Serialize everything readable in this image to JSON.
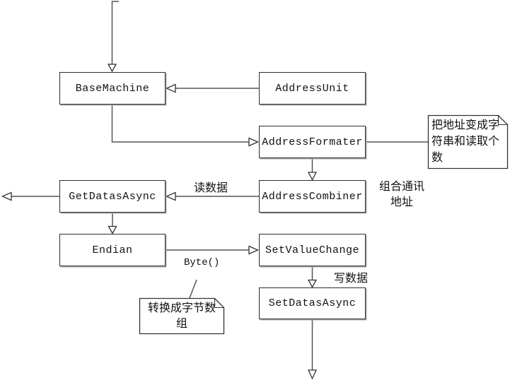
{
  "diagram": {
    "nodes": {
      "base_machine": {
        "label": "BaseMachine"
      },
      "address_unit": {
        "label": "AddressUnit"
      },
      "address_formater": {
        "label": "AddressFormater"
      },
      "address_combiner": {
        "label": "AddressCombiner"
      },
      "get_datas_async": {
        "label": "GetDatasAsync"
      },
      "endian": {
        "label": "Endian"
      },
      "set_value_change": {
        "label": "SetValueChange"
      },
      "set_datas_async": {
        "label": "SetDatasAsync"
      }
    },
    "notes": {
      "format_note": {
        "text": "把地址变成字\n符串和读取个\n数"
      },
      "byte_note": {
        "text": "转换成字节数\n组"
      }
    },
    "edge_labels": {
      "read_data": "读数据",
      "combine_address": "组合通讯\n地址",
      "byte": "Byte()",
      "write_data": "写数据"
    },
    "colors": {
      "background": "#ffffff",
      "line": "#555555",
      "border": "#2e2e2e",
      "shadow": "#a6a6a6",
      "text": "#111111"
    }
  }
}
